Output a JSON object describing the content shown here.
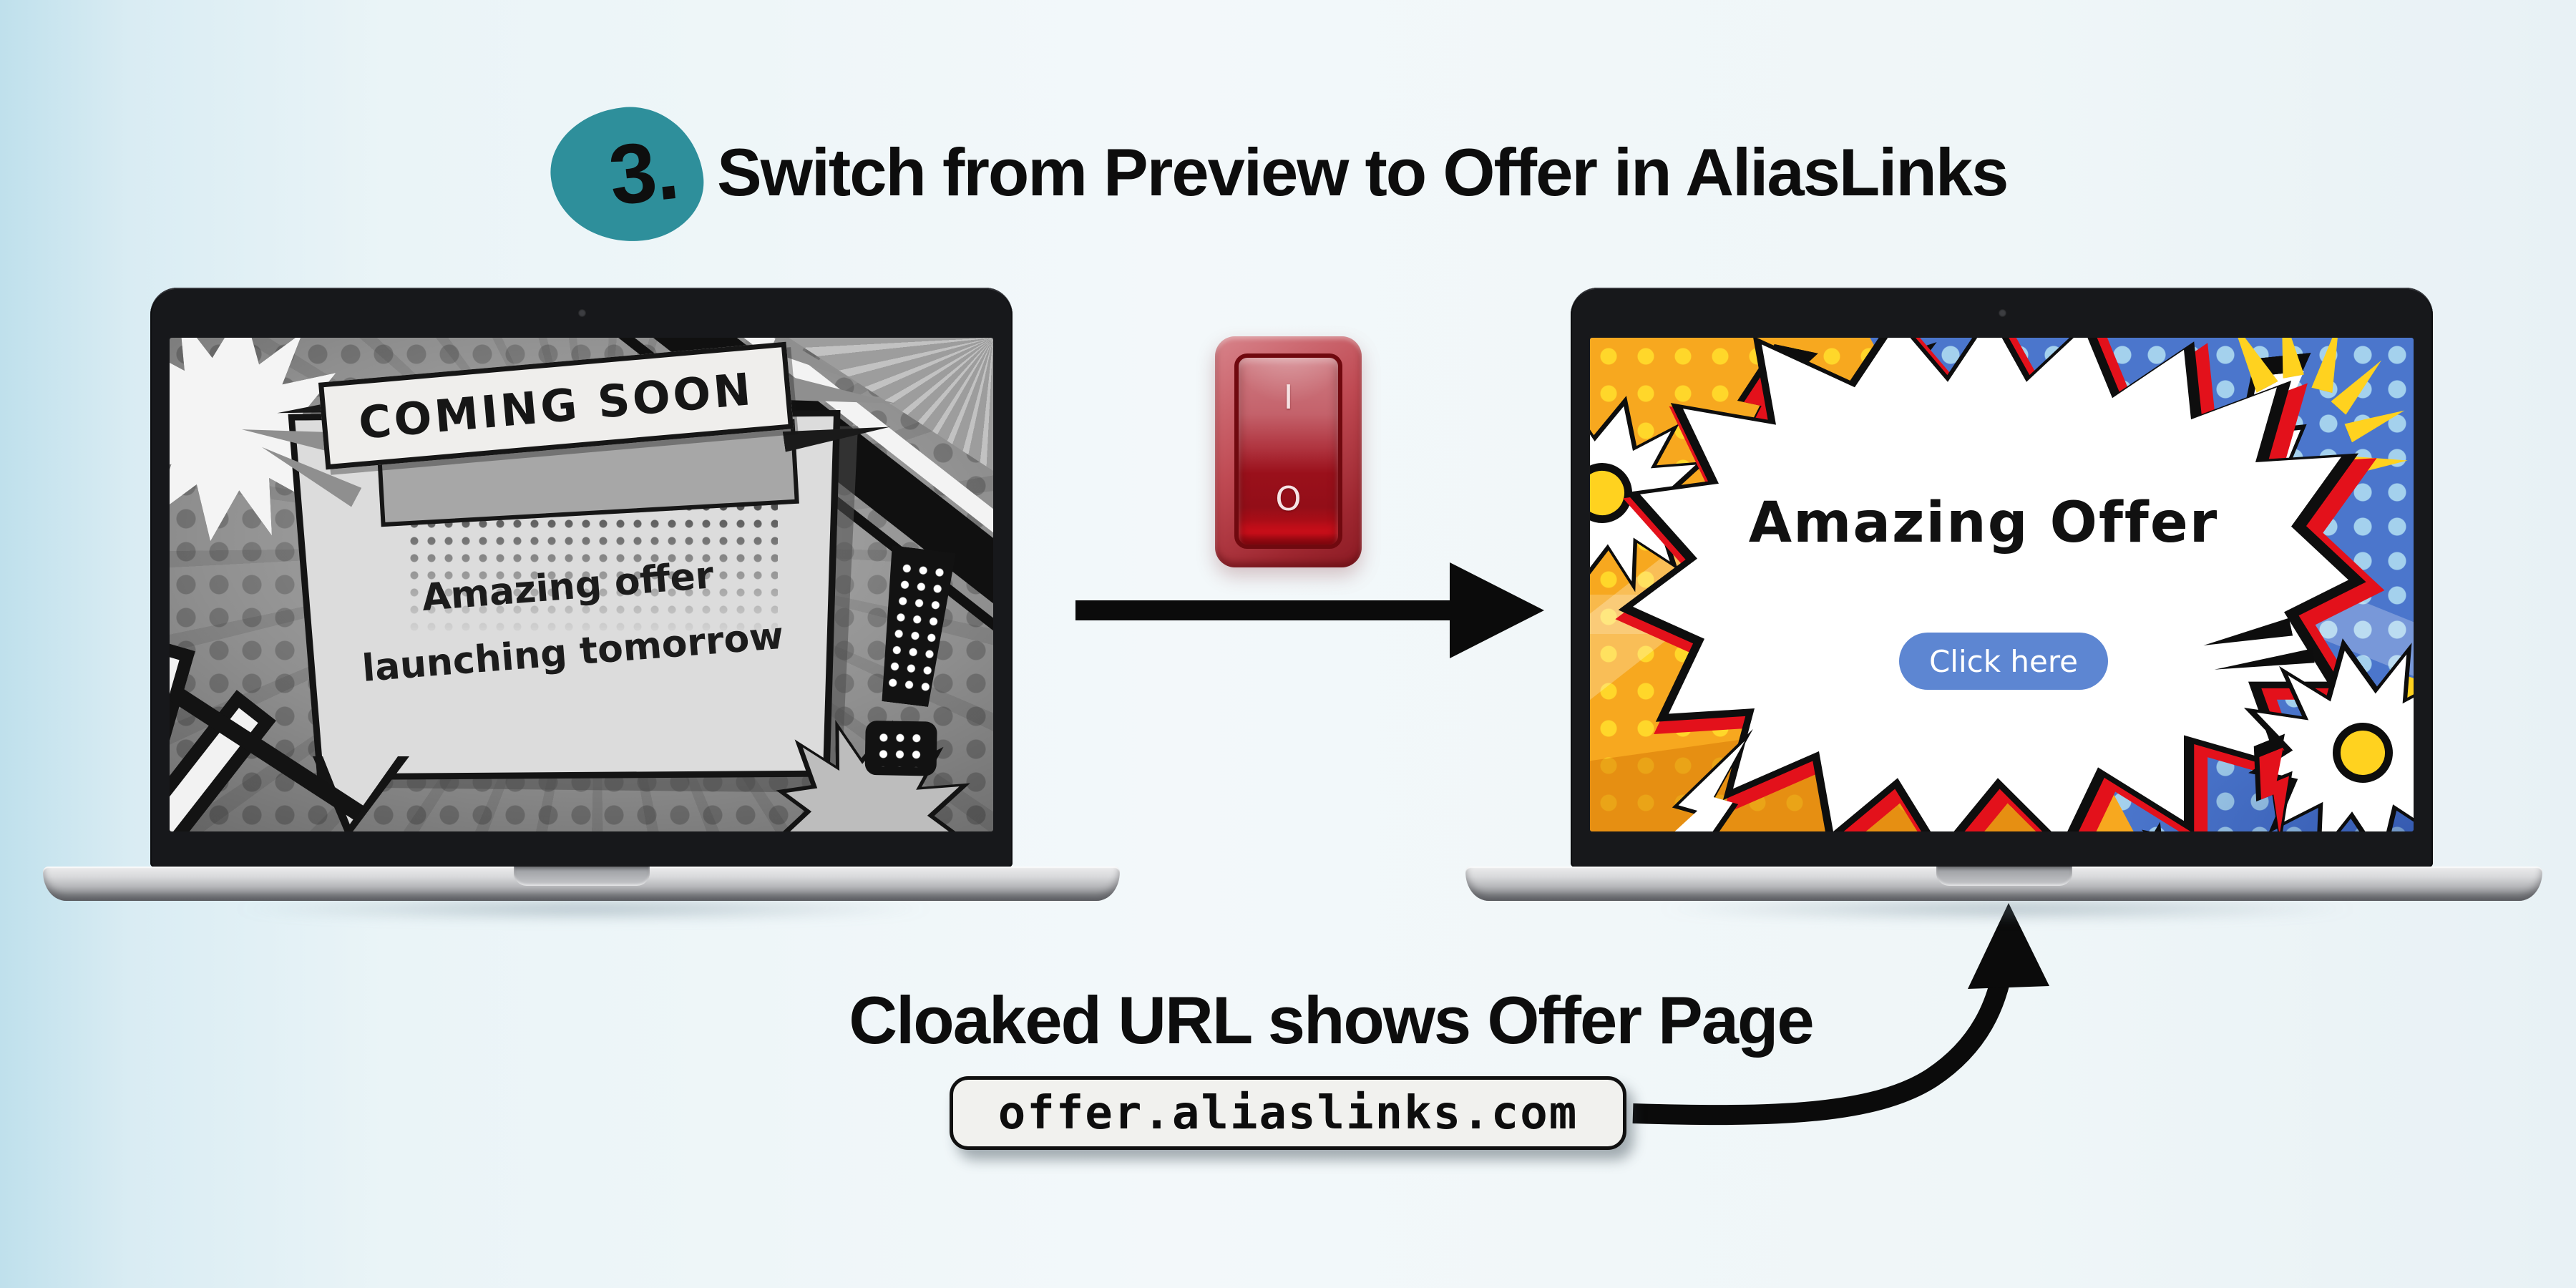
{
  "step": {
    "number": "3.",
    "title": "Switch from Preview to Offer in AliasLinks"
  },
  "preview_laptop": {
    "banner": "COMING SOON",
    "message_line1": "Amazing offer",
    "message_line2": "launching tomorrow"
  },
  "power_switch": {
    "on_label": "I",
    "off_label": "O"
  },
  "offer_laptop": {
    "headline": "Amazing Offer",
    "button_label": "Click here"
  },
  "caption": "Cloaked URL shows Offer Page",
  "url_chip": {
    "text": "offer.aliaslinks.com"
  },
  "decorations": {
    "preview_screen": [
      "halftone-dots",
      "starburst",
      "speech-panel",
      "exclamation-mark",
      "zigzag-shapes"
    ],
    "offer_screen": [
      "comic-burst",
      "lightning-bolts",
      "stars",
      "star-medallions",
      "halftone-dots"
    ]
  },
  "colors": {
    "accent_teal": "#2e8f9b",
    "ink": "#0d0d0d",
    "bg_edge": "#bfe0ec",
    "bg_main": "#f3f8fa",
    "laptop_bezel": "#17181b",
    "laptop_base_light": "#ededee",
    "laptop_base_dark": "#7c7e82",
    "switch_frame": "#bf4a53",
    "switch_rocker_dark": "#9a101b",
    "switch_rocker_bright": "#d50f1b",
    "comic_orange": "#f7a81f",
    "comic_orange_dot": "#ffd92b",
    "comic_blue": "#4b76cc",
    "comic_blue_dot": "#a9d6ef",
    "comic_red": "#e3111b",
    "comic_yellow": "#ffd21f",
    "button_blue": "#5d86d2",
    "url_chip_bg": "#f1f1ee",
    "mono_bg": "#8f8f8f",
    "mono_panel": "#dcdcdc",
    "mono_banner": "#efeeec",
    "arrow_black": "#0b0b0b"
  }
}
